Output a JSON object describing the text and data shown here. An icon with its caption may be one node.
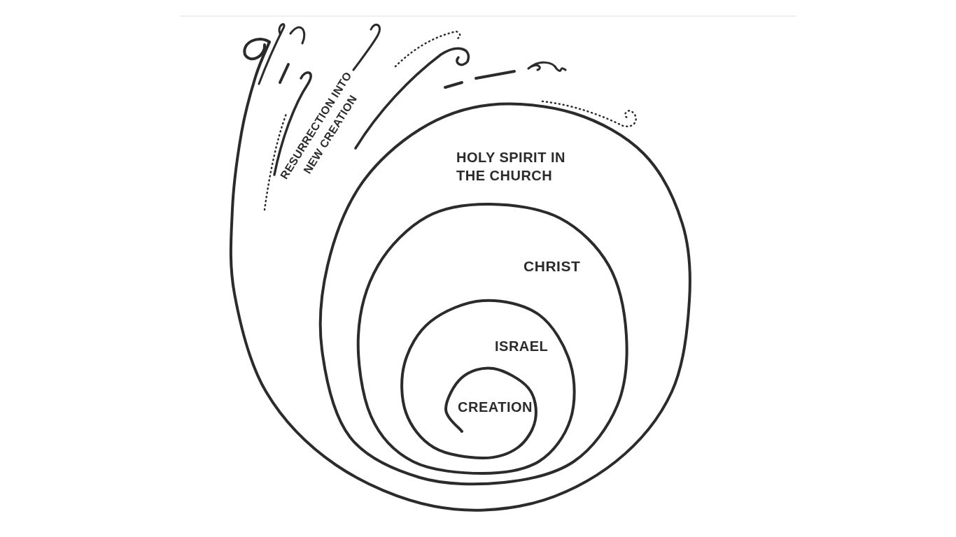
{
  "diagram": {
    "labels": [
      "RESURRECTION INTO NEW CREATION",
      "HOLY SPIRIT IN THE CHURCH",
      "CHRIST",
      "ISRAEL",
      "CREATION"
    ]
  }
}
